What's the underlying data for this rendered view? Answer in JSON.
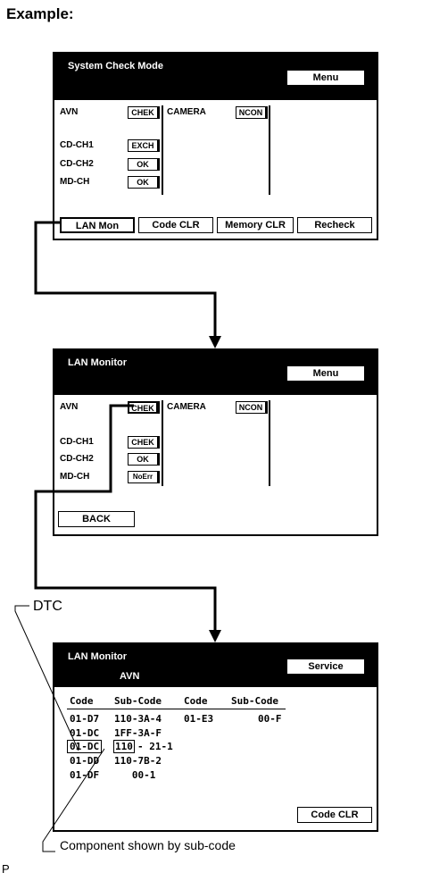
{
  "heading": "Example:",
  "screen1": {
    "title": "System Check Mode",
    "menu_button": "Menu",
    "rows": [
      {
        "name": "AVN",
        "status": "CHEK"
      },
      {
        "name": "CD-CH1",
        "status": "EXCH"
      },
      {
        "name": "CD-CH2",
        "status": "OK"
      },
      {
        "name": "MD-CH",
        "status": "OK"
      }
    ],
    "camera": {
      "name": "CAMERA",
      "status": "NCON"
    },
    "buttons": [
      "LAN Mon",
      "Code CLR",
      "Memory CLR",
      "Recheck"
    ]
  },
  "screen2": {
    "title": "LAN Monitor",
    "menu_button": "Menu",
    "rows": [
      {
        "name": "AVN",
        "status": "CHEK"
      },
      {
        "name": "CD-CH1",
        "status": "CHEK"
      },
      {
        "name": "CD-CH2",
        "status": "OK"
      },
      {
        "name": "MD-CH",
        "status": "NoErr"
      }
    ],
    "camera": {
      "name": "CAMERA",
      "status": "NCON"
    },
    "back_button": "BACK"
  },
  "screen3": {
    "title": "LAN Monitor",
    "subtitle": "AVN",
    "service_button": "Service",
    "headers": [
      "Code",
      "Sub-Code",
      "Code",
      "Sub-Code"
    ],
    "left_rows": [
      {
        "code": "01-D7",
        "sub": "110-3A-4"
      },
      {
        "code": "01-DC",
        "sub": "1FF-3A-F"
      },
      {
        "code": "01-DC",
        "sub_part1": "110",
        "sub_part2": "- 21-1"
      },
      {
        "code": "01-DD",
        "sub": "110-7B-2"
      },
      {
        "code": "01-DF",
        "sub": "   00-1"
      }
    ],
    "right_rows": [
      {
        "code": "01-E3",
        "sub": "00-F"
      }
    ],
    "code_clr_button": "Code CLR"
  },
  "annotations": {
    "dtc": "DTC",
    "component": "Component shown by sub-code"
  },
  "footer_mark": "P"
}
